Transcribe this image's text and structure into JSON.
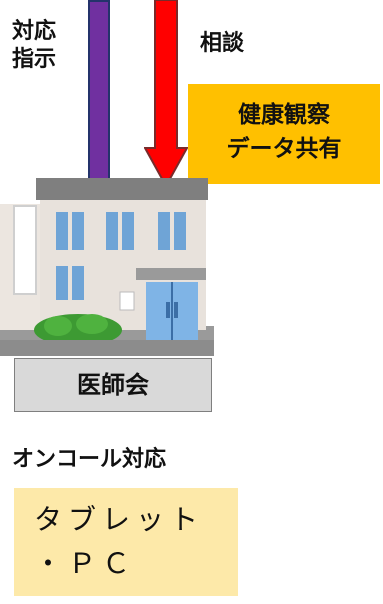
{
  "labels": {
    "response_instruction": "対応\n指示",
    "consultation": "相談",
    "health_data": "健康観察\nデータ共有",
    "medical_association": "医師会",
    "on_call": "オンコール対応",
    "devices": "タブレット\n・ＰＣ"
  },
  "icons": {
    "purple_arrow": "arrow-up-purple",
    "red_arrow": "arrow-down-red",
    "building": "clinic-building-illustration"
  },
  "colors": {
    "purple_arrow": "#7030a0",
    "red_arrow": "#ff0000",
    "yellow_box": "#ffc000",
    "gray_box": "#d9d9d9",
    "pale_yellow_box": "#fde9a9"
  }
}
